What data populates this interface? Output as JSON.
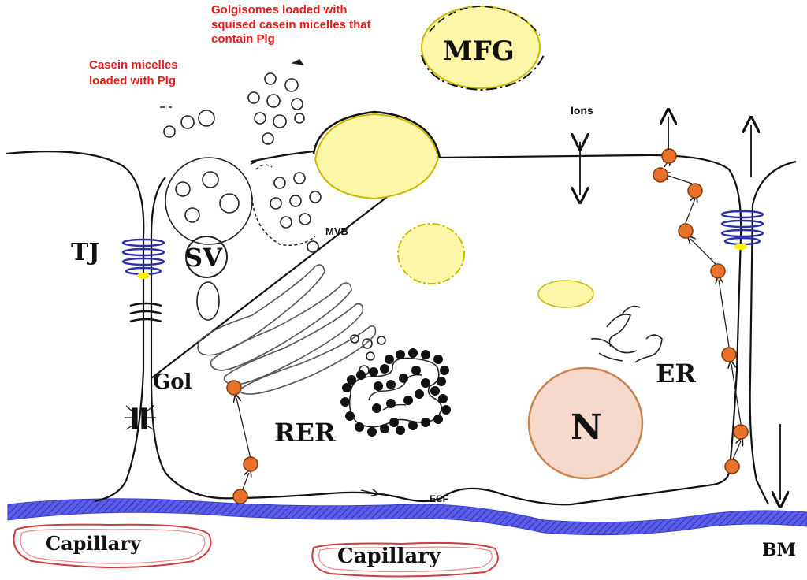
{
  "labels": {
    "tj": "TJ",
    "sv": "SV",
    "mfg": "MFG",
    "mvb": "MVB",
    "ions": "Ions",
    "gol": "Gol",
    "rer": "RER",
    "er": "ER",
    "n": "N",
    "ecf": "ECF",
    "bm": "BM",
    "capillary_left": "Capillary",
    "capillary_right": "Capillary"
  },
  "annotations": {
    "golgisomes_line1": "Golgisomes loaded with",
    "golgisomes_line2": "squised casein micelles that",
    "golgisomes_line3": "contain Plg",
    "casein_line1": "Casein micelles",
    "casein_line2": "loaded with Plg"
  },
  "colors": {
    "annotation_red": "#e41b17",
    "fat_yellow": "#fbf6a8",
    "fat_outline": "#c9b800",
    "nucleus_fill": "#f7d9cc",
    "nucleus_outline": "#c98452",
    "vesicle_orange": "#e8722a",
    "basement_blue": "#4b4fe0",
    "capillary_red": "#d23b3b",
    "junction_blue": "#2b2fa8"
  }
}
